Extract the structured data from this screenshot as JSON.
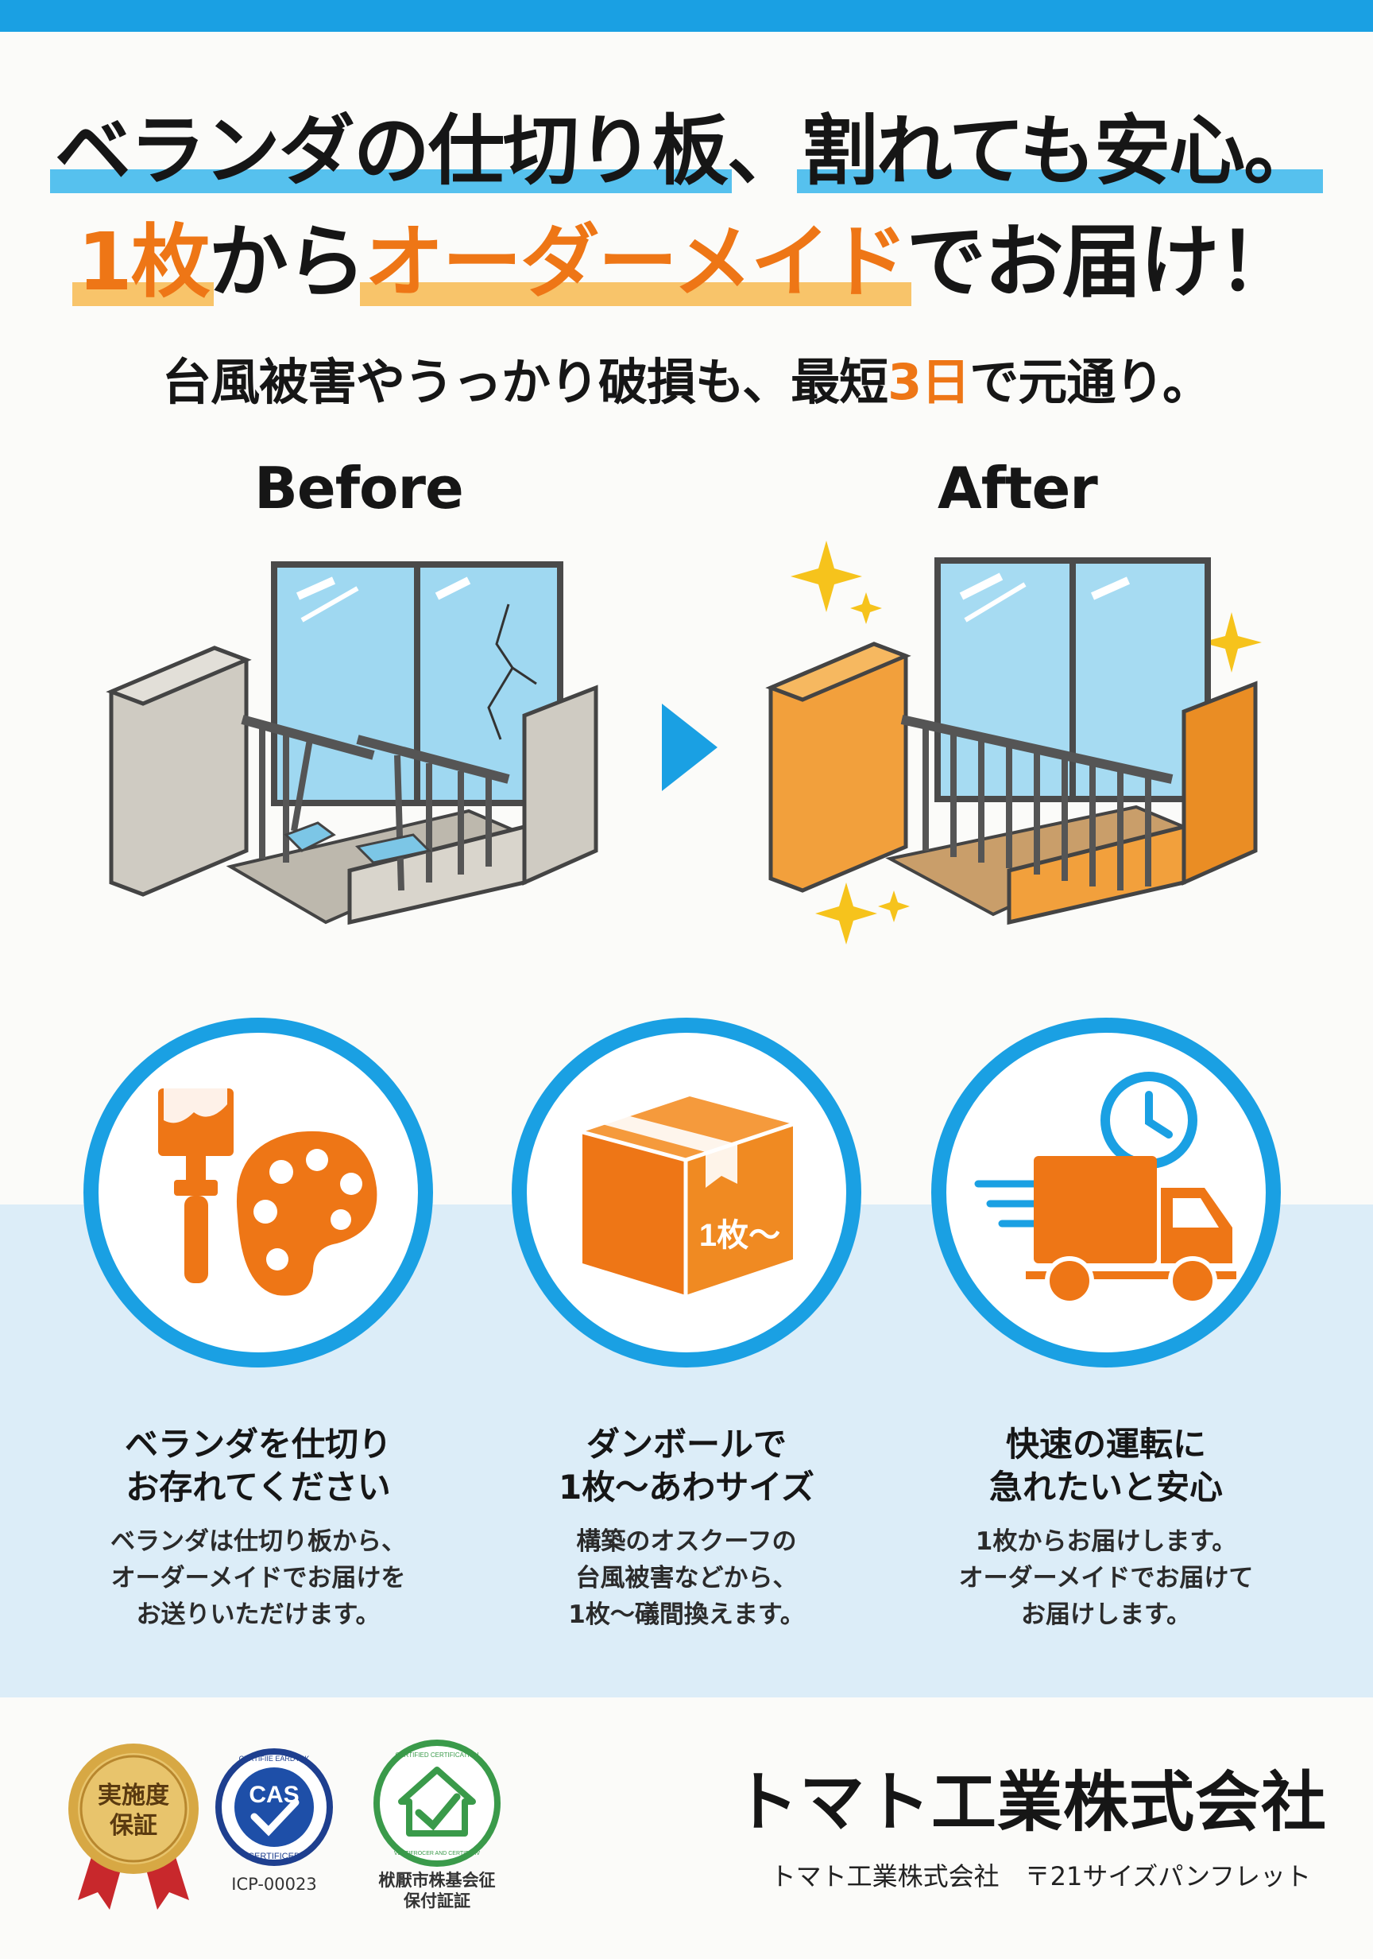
{
  "headline": {
    "line1_a": "ベランダの仕切り板",
    "line1_sep": "、",
    "line1_b": "割れても安心。",
    "line2_a": "1枚",
    "line2_b": "から",
    "line2_c": "オーダーメイド",
    "line2_d": "でお届け！"
  },
  "subheadline": {
    "pre": "台風被害やうっかり破損も、最短",
    "highlight": "3日",
    "post": "で元通り。"
  },
  "comparison": {
    "before_label": "Before",
    "after_label": "After"
  },
  "features": [
    {
      "icon": "paint-palette-icon",
      "title": "ベランダを仕切り\nお存れてください",
      "body": "ベランダは仕切り板から、\nオーダーメイドでお届けを\nお送りいただけます。"
    },
    {
      "icon": "cardboard-box-icon",
      "badge": "1枚〜",
      "title": "ダンボールで\n1枚〜あわサイズ",
      "body": "構築のオスクーフの\n台風被害などから、\n1枚〜礒間換えます。"
    },
    {
      "icon": "delivery-truck-clock-icon",
      "title": "快速の運転に\n急れたいと安心",
      "body": "1枚からお届けします。\nオーダーメイドでお届けて\nお届けします。"
    }
  ],
  "badges": {
    "gold_seal": "実施度\n保証",
    "cas": {
      "ring_top": "CERTIFIIE EARDYSK",
      "center": "CAS",
      "ring_bottom": "CERTIFICED",
      "code": "ICP-00023"
    },
    "house_seal": {
      "ring_top": "CERTIFIED CERTIFICATION",
      "ring_bottom": "VERTIFROCER AND CERTIFATIV",
      "caption": "栿厭市株基会征\n保付証証"
    }
  },
  "company": {
    "name": "トマト工業株式会社",
    "subline": "トマト工業株式会社　〒21サイズパンフレット"
  },
  "colors": {
    "accent_blue": "#1aa0e3",
    "accent_orange": "#ee7616",
    "highlight_blue": "#56c1ee",
    "highlight_orange": "#f8c46a"
  }
}
